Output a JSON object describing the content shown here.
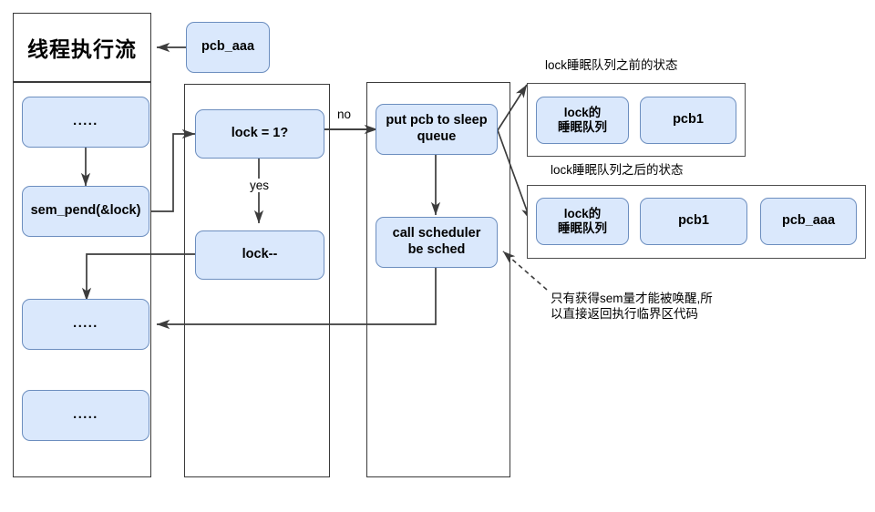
{
  "diagram": {
    "title": "线程执行流",
    "lanes": {
      "thread_flow_label": "线程执行流"
    },
    "nodes": {
      "pcb_aaa_top": "pcb_aaa",
      "flow_dots_1": ".....",
      "sem_pend": "sem_pend(&lock)",
      "flow_dots_2": ".....",
      "flow_dots_3": ".....",
      "lock_check": "lock = 1?",
      "lock_dec": "lock--",
      "put_pcb": "put pcb to sleep\nqueue",
      "call_sched": "call scheduler\nbe sched",
      "queue_head_1": "lock的\n睡眠队列",
      "pcb1_1": "pcb1",
      "queue_head_2": "lock的\n睡眠队列",
      "pcb1_2": "pcb1",
      "pcb_aaa_2": "pcb_aaa"
    },
    "edge_labels": {
      "no": "no",
      "yes": "yes"
    },
    "captions": {
      "before_state": "lock睡眠队列之前的状态",
      "after_state": "lock睡眠队列之后的状态"
    },
    "annotations": {
      "sem_note": "只有获得sem量才能被唤醒,所\n  以直接返回执行临界区代码"
    },
    "colors": {
      "node_fill": "#dae8fc",
      "node_stroke": "#6c8ebf",
      "lane_stroke": "#3a3a3a",
      "edge_stroke": "#3c3c3c",
      "background": "#ffffff"
    }
  }
}
